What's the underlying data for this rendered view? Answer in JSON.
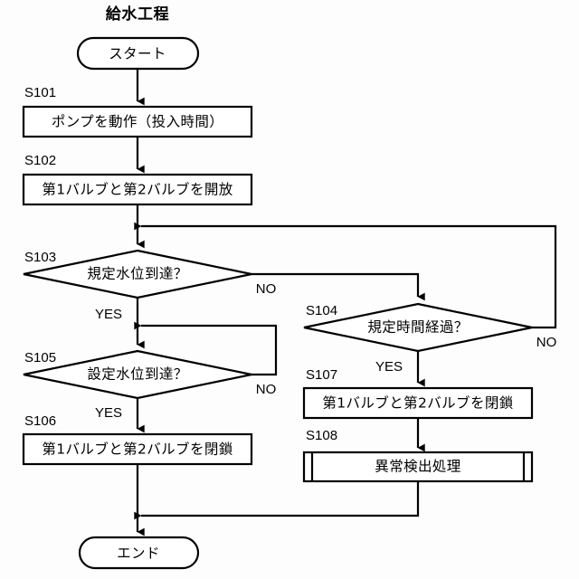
{
  "diagram": {
    "title": "給水工程",
    "type": "flowchart",
    "language": "ja",
    "colors": {
      "background": "#fdfdfd",
      "stroke": "#000000",
      "node_fill": "#ffffff",
      "text": "#000000"
    }
  },
  "nodes": {
    "start": {
      "shape": "terminator",
      "label": "スタート",
      "step": ""
    },
    "s101": {
      "shape": "process",
      "step": "S101",
      "label": "ポンプを動作（投入時間）"
    },
    "s102": {
      "shape": "process",
      "step": "S102",
      "label": "第1バルブと第2バルブを開放"
    },
    "s103": {
      "shape": "decision",
      "step": "S103",
      "label": "規定水位到達？",
      "yes_label": "YES",
      "no_label": "NO"
    },
    "s104": {
      "shape": "decision",
      "step": "S104",
      "label": "規定時間経過？",
      "yes_label": "YES",
      "no_label": "NO"
    },
    "s105": {
      "shape": "decision",
      "step": "S105",
      "label": "設定水位到達？",
      "yes_label": "YES",
      "no_label": "NO"
    },
    "s106": {
      "shape": "process",
      "step": "S106",
      "label": "第1バルブと第2バルブを閉鎖"
    },
    "s107": {
      "shape": "process",
      "step": "S107",
      "label": "第1バルブと第2バルブを閉鎖"
    },
    "s108": {
      "shape": "predefined-process",
      "step": "S108",
      "label": "異常検出処理"
    },
    "end": {
      "shape": "terminator",
      "label": "エンド",
      "step": ""
    }
  },
  "edges": [
    {
      "from": "start",
      "to": "s101",
      "label": ""
    },
    {
      "from": "s101",
      "to": "s102",
      "label": ""
    },
    {
      "from": "s102",
      "to": "s103",
      "label": ""
    },
    {
      "from": "s103",
      "to": "s105",
      "label": "YES"
    },
    {
      "from": "s103",
      "to": "s104",
      "label": "NO"
    },
    {
      "from": "s104",
      "to": "s107",
      "label": "YES"
    },
    {
      "from": "s104",
      "to": "s103",
      "label": "NO"
    },
    {
      "from": "s105",
      "to": "s106",
      "label": "YES"
    },
    {
      "from": "s105",
      "to": "s105",
      "label": "NO"
    },
    {
      "from": "s106",
      "to": "end",
      "label": ""
    },
    {
      "from": "s107",
      "to": "s108",
      "label": ""
    },
    {
      "from": "s108",
      "to": "end",
      "label": ""
    }
  ]
}
